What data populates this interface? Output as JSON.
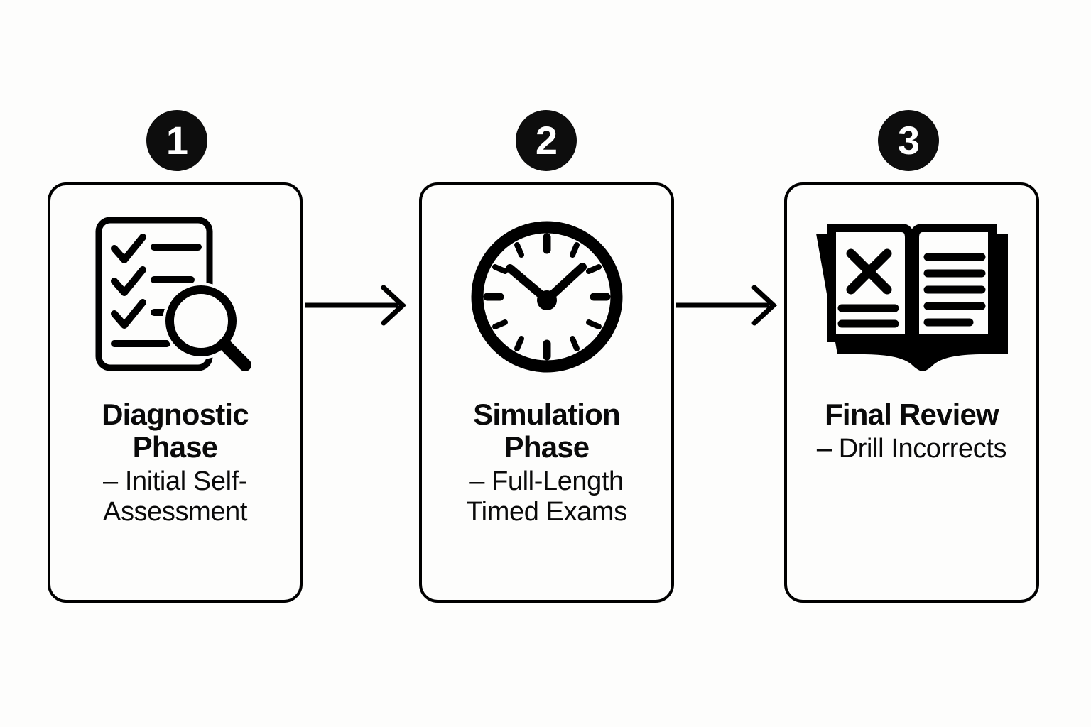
{
  "diagram": {
    "type": "three-step-horizontal-process-flow",
    "background_color": "#fdfdfc",
    "ink_color": "#000000",
    "badge_fill": "#0d0d0d",
    "badge_text_color": "#ffffff",
    "steps": [
      {
        "number": "1",
        "icon": "clipboard-checklist-magnifier-icon",
        "title": "Diagnostic Phase",
        "subtitle": "– Initial Self-Assessment"
      },
      {
        "number": "2",
        "icon": "wall-clock-icon",
        "title": "Simulation Phase",
        "subtitle": "– Full-Length Timed Exams"
      },
      {
        "number": "3",
        "icon": "open-book-x-mark-icon",
        "title": "Final Review",
        "subtitle": "– Drill Incorrects"
      }
    ],
    "connectors": [
      {
        "name": "arrow-step1-to-step2",
        "direction": "right"
      },
      {
        "name": "arrow-step2-to-step3",
        "direction": "right"
      }
    ],
    "clock": {
      "hour_hand_position": "10",
      "minute_hand_position": "2",
      "tick_count": 12
    },
    "book": {
      "left_page_mark": "x-cross",
      "left_page_lines": 2,
      "right_page_lines": 5
    },
    "clipboard": {
      "checkmarks": 3,
      "lines": 4
    }
  }
}
